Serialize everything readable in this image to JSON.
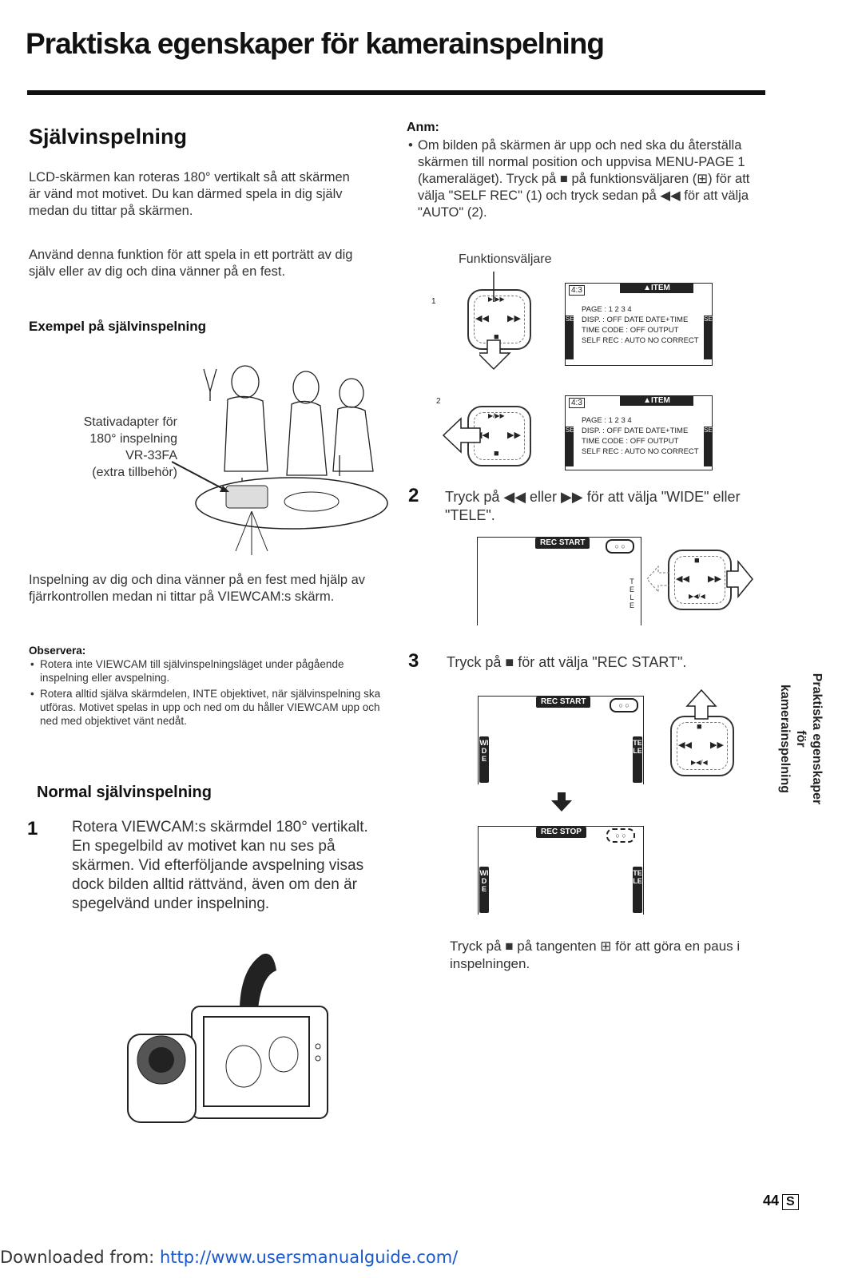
{
  "page": {
    "title": "Praktiska egenskaper för  kamerainspelning",
    "side_title_line1": "Praktiska egenskaper för",
    "side_title_line2": "kamerainspelning",
    "page_number": "44",
    "page_letter": "S",
    "footer_prefix": "Downloaded from: ",
    "footer_link": "http://www.usersmanualguide.com/"
  },
  "left": {
    "heading": "Självinspelning",
    "para1": "LCD-skärmen kan roteras 180° vertikalt så att skärmen är vänd mot motivet. Du kan därmed spela in dig själv medan du tittar på skärmen.",
    "para2": "Använd denna funktion för att spela in ett porträtt av dig själv eller av dig och dina vänner på en fest.",
    "example_heading": "Exempel på självinspelning",
    "illus_label1": "Stativadapter för",
    "illus_label2": "180° inspelning",
    "illus_label3": "VR-33FA",
    "illus_label4": "(extra tillbehör)",
    "caption": "Inspelning av dig och dina vänner på en fest med hjälp av fjärrkontrollen medan ni tittar på VIEWCAM:s skärm.",
    "observe_heading": "Observera:",
    "observe_items": [
      "Rotera inte VIEWCAM till självinspelningsläget under pågående inspelning eller avspelning.",
      "Rotera alltid själva skärmdelen, INTE objektivet, när självinspelning ska utföras. Motivet spelas in upp och ned om du håller VIEWCAM upp och ned med objektivet vänt nedåt."
    ],
    "normal_heading": "Normal självinspelning",
    "step1_num": "1",
    "step1_text": "Rotera VIEWCAM:s skärmdel 180° vertikalt. En spegelbild av motivet kan nu ses på skärmen. Vid efterföljande avspelning visas dock bilden alltid rättvänd, även om den är spegelvänd under inspelning."
  },
  "right": {
    "note_heading": "Anm:",
    "note_text": "Om bilden på skärmen är upp och ned ska du återställa skärmen till normal position och uppvisa MENU-PAGE 1 (kameraläget). Tryck på ■ på funktionsväljaren (⊞) för att välja \"SELF REC\" (1) och tryck sedan på ◀◀ för att välja \"AUTO\" (2).",
    "funk_label": "Funktionsväljare",
    "fig1_label": "1",
    "fig2_label": "2",
    "menu_item_label": "▲ITEM",
    "menu_icon": "4:3",
    "menu_rows": [
      "PAGE          : 1  2  3  4",
      "DISP. : OFF DATE DATE+TIME",
      "TIME CODE  : OFF   OUTPUT",
      "SELF REC : AUTO  NO CORRECT"
    ],
    "set_tab": "SET",
    "step2_num": "2",
    "step2_text": "Tryck på ◀◀ eller ▶▶ för att välja \"WIDE\" eller \"TELE\".",
    "step3_num": "3",
    "step3_text": "Tryck på  ■  för att välja \"REC START\".",
    "rec_start": "REC START",
    "rec_stop": "REC STOP",
    "wide": "WIDE",
    "tele": "TELE",
    "pause_text": "Tryck på  ■  på tangenten ⊞ för att göra en paus i inspelningen."
  }
}
